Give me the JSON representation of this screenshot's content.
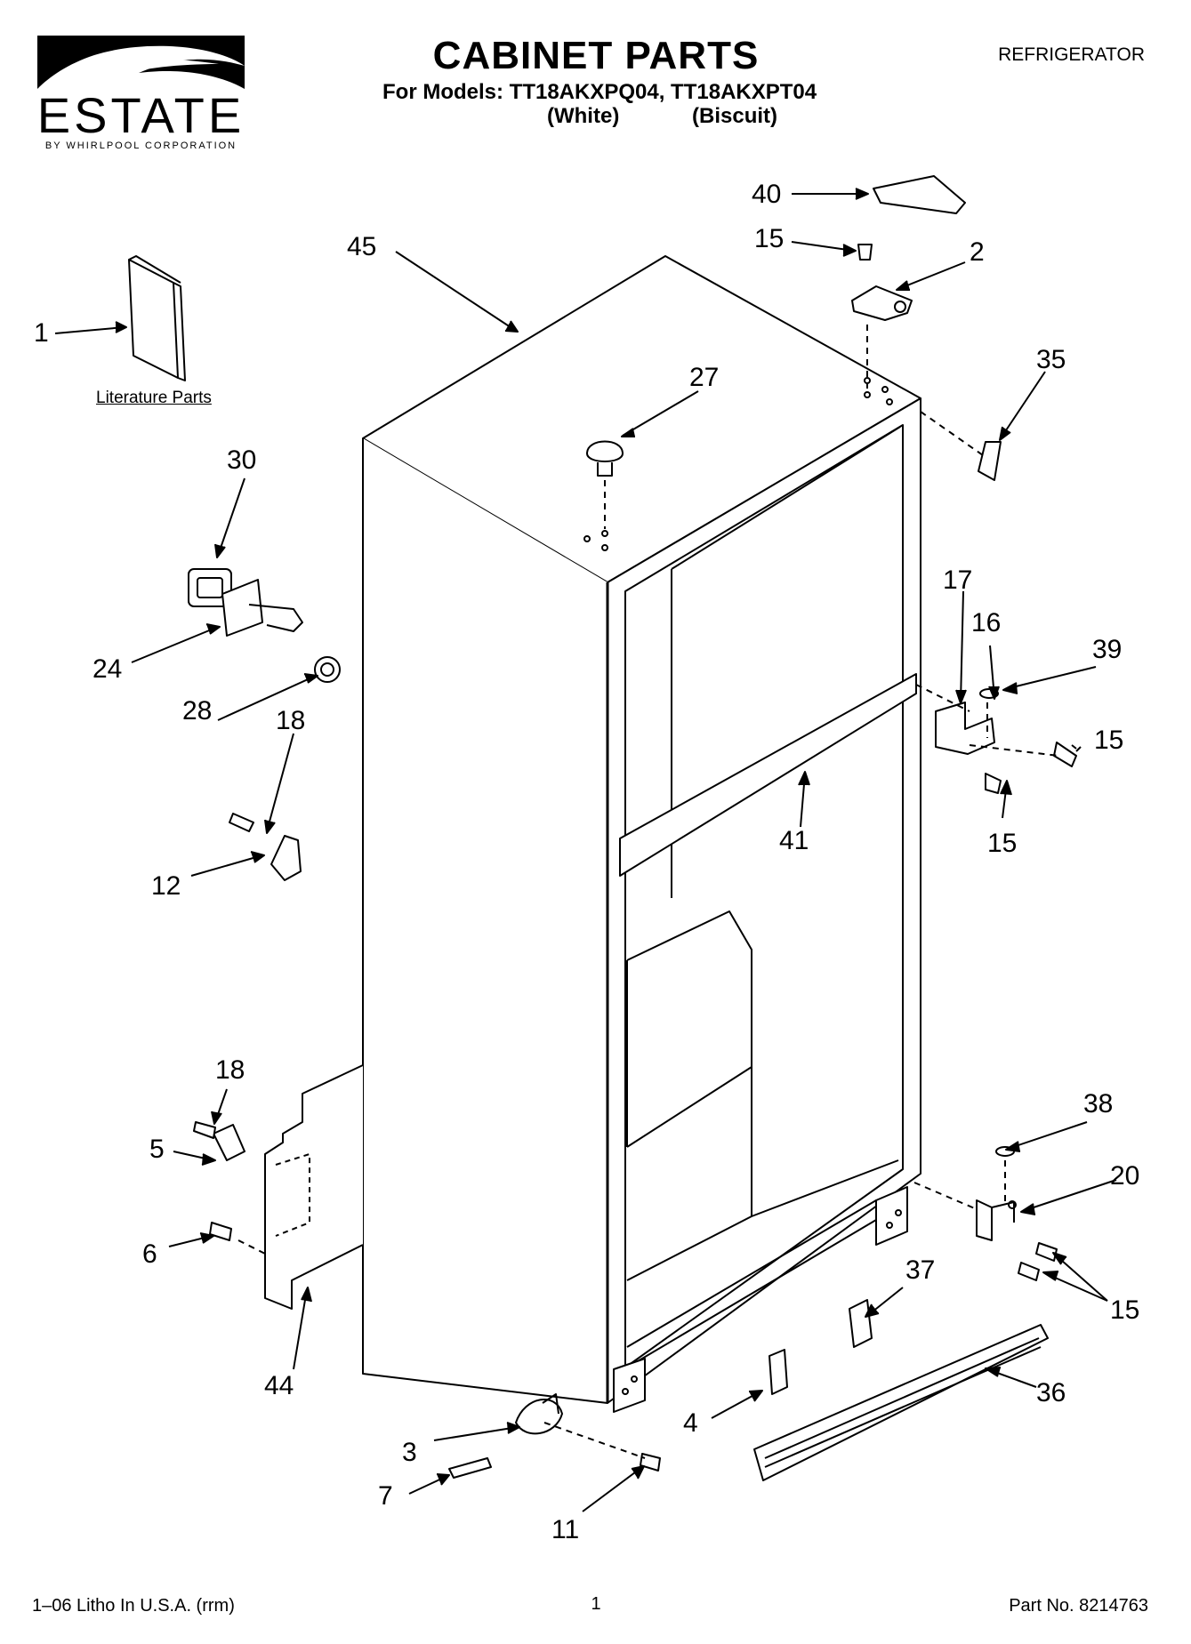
{
  "header": {
    "brand": "ESTATE",
    "brand_sub": "BY WHIRLPOOL CORPORATION",
    "title": "CABINET PARTS",
    "models_line": "For Models: TT18AKXPQ04, TT18AKXPT04",
    "variant_1": "(White)",
    "variant_2": "(Biscuit)",
    "category": "REFRIGERATOR"
  },
  "literature_label": "Literature Parts",
  "callouts": [
    "1",
    "45",
    "40",
    "15",
    "2",
    "27",
    "35",
    "30",
    "24",
    "28",
    "18",
    "12",
    "17",
    "16",
    "39",
    "15",
    "41",
    "15",
    "18",
    "5",
    "6",
    "44",
    "38",
    "20",
    "37",
    "15",
    "36",
    "4",
    "3",
    "7",
    "11"
  ],
  "footer": {
    "left": "1–06 Litho In U.S.A. (rrm)",
    "page": "1",
    "part_no": "Part No. 8214763"
  }
}
